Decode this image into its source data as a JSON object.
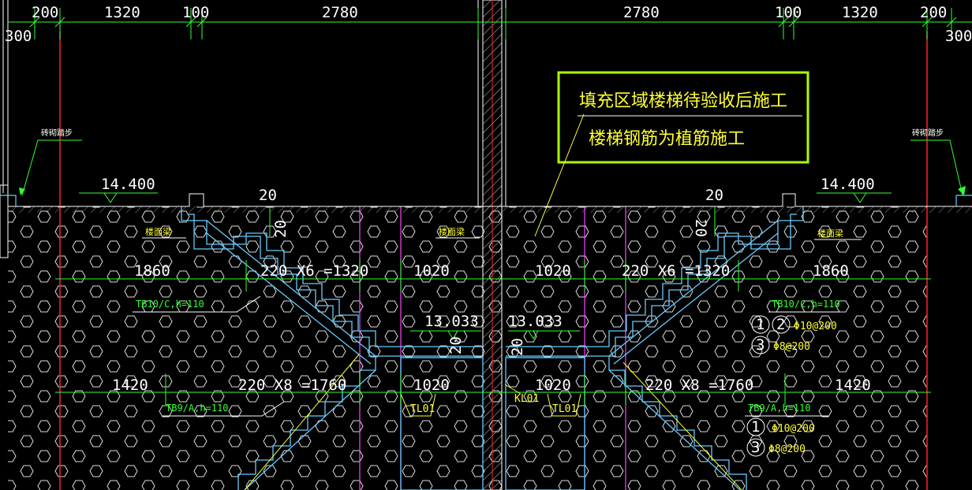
{
  "colors": {
    "background": "#000000",
    "dimension_line": "#33ff33",
    "axis_line": "#ff2222",
    "pink_line": "#ff44ff",
    "stair_outline": "#66ccff",
    "note_frame": "#aaff00",
    "note_text": "#ffff33",
    "hatch_hex": "#ffffff"
  },
  "top_dims": {
    "left": [
      "200",
      "1320",
      "100",
      "2780"
    ],
    "right": [
      "2780",
      "100",
      "1320",
      "200"
    ],
    "left_edge": "300",
    "right_edge": "300"
  },
  "note": {
    "line1": "填充区域楼梯待验收后施工",
    "line2": "楼梯钢筋为植筋施工"
  },
  "labels": {
    "brick_step_left": "砖砌踏步",
    "brick_step_right": "砖砌踏步",
    "elev_left": "14.400",
    "elev_right": "14.400",
    "slab_beam_1": "楼面梁",
    "slab_beam_2": "楼面梁",
    "slab_beam_3": "楼面梁",
    "num_20_left": "20",
    "num_20_right": "20",
    "num_20_v1": "20",
    "num_20_v2": "20",
    "num_20_v3": "20",
    "num_20_v4": "20"
  },
  "row1_dims": {
    "a": "1860",
    "b": "220 X6 =1320",
    "c": "1020",
    "d": "1020",
    "e": "220 X6 =1320",
    "f": "1860"
  },
  "row2_dims": {
    "a": "1420",
    "b": "220 X8 =1760",
    "c": "1020",
    "d": "1020",
    "e": "220 X8 =1760",
    "f": "1420"
  },
  "landing_elevs": {
    "left": "13.033",
    "right": "13.033"
  },
  "slabs": {
    "tb10_left": "TB10/C,h=110",
    "tb10_right": "TB10/C,h=110",
    "tb9_left": "TB9/A,h=110",
    "tb9_right": "TB9/A,h=110",
    "tl01_left": "TL01",
    "tl01_right": "TL01",
    "kl01": "KL01"
  },
  "rebar": {
    "r1_num1": "1",
    "r1_num2": "2",
    "r1_spec": "Φ10@200",
    "r2_num": "3",
    "r2_spec": "Φ8@200",
    "r3_num": "1",
    "r3_spec": "Φ10@200",
    "r4_num": "3",
    "r4_spec": "Φ8@200"
  }
}
